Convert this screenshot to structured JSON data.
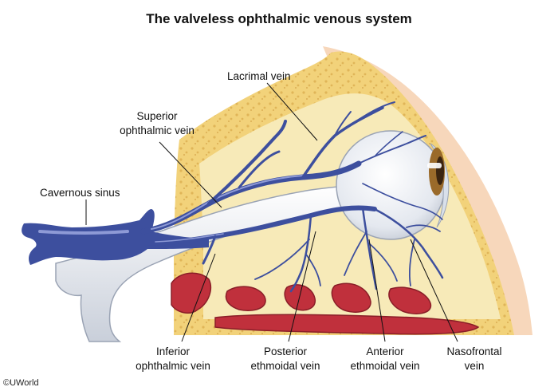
{
  "title": "The valveless ophthalmic venous system",
  "labels": {
    "lacrimal_vein": "Lacrimal vein",
    "superior_ophthalmic_1": "Superior",
    "superior_ophthalmic_2": "ophthalmic vein",
    "cavernous_sinus": "Cavernous sinus",
    "inferior_ophthalmic_1": "Inferior",
    "inferior_ophthalmic_2": "ophthalmic vein",
    "posterior_ethmoidal_1": "Posterior",
    "posterior_ethmoidal_2": "ethmoidal vein",
    "anterior_ethmoidal_1": "Anterior",
    "anterior_ethmoidal_2": "ethmoidal vein",
    "nasofrontal_1": "Nasofrontal",
    "nasofrontal_2": "vein"
  },
  "credit": "©UWorld",
  "colors": {
    "vein": "#3d4f9e",
    "bone": "#f2d27a",
    "fat": "#f7eab8",
    "sinus": "#c0303c",
    "skin": "#f4c9a4",
    "eye": "#e8ecf2"
  }
}
